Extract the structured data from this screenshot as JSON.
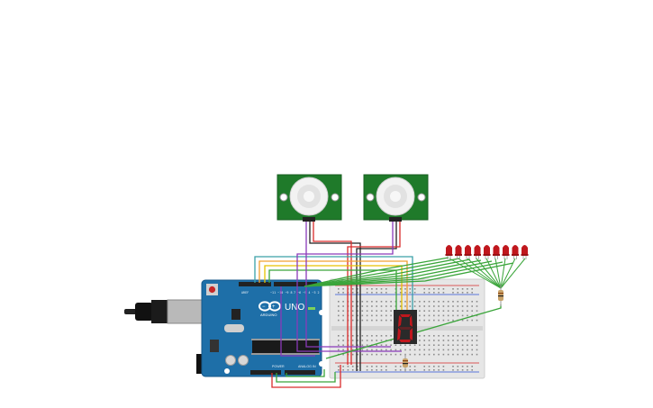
{
  "circuit": {
    "board": {
      "logo_text": "UNO",
      "brand_text": "ARDUINO",
      "power_header_label": "POWER",
      "analog_header_label": "ANALOG IN"
    },
    "sensors": [
      {
        "name": "pir-sensor-1"
      },
      {
        "name": "pir-sensor-2"
      }
    ],
    "led_count": 9,
    "led_color": "#c0171d",
    "display": {
      "digit": "8"
    },
    "colors": {
      "board": "#1e6fa8",
      "pcb_green": "#1f7a2a",
      "breadboard": "#e8e8e8",
      "wire_red": "#d92b2b",
      "wire_black": "#222222",
      "wire_green": "#3aa53a",
      "wire_orange": "#f0a030",
      "wire_yellow": "#e6c200",
      "wire_purple": "#8a3ab9",
      "wire_teal": "#3aa0a8"
    }
  }
}
